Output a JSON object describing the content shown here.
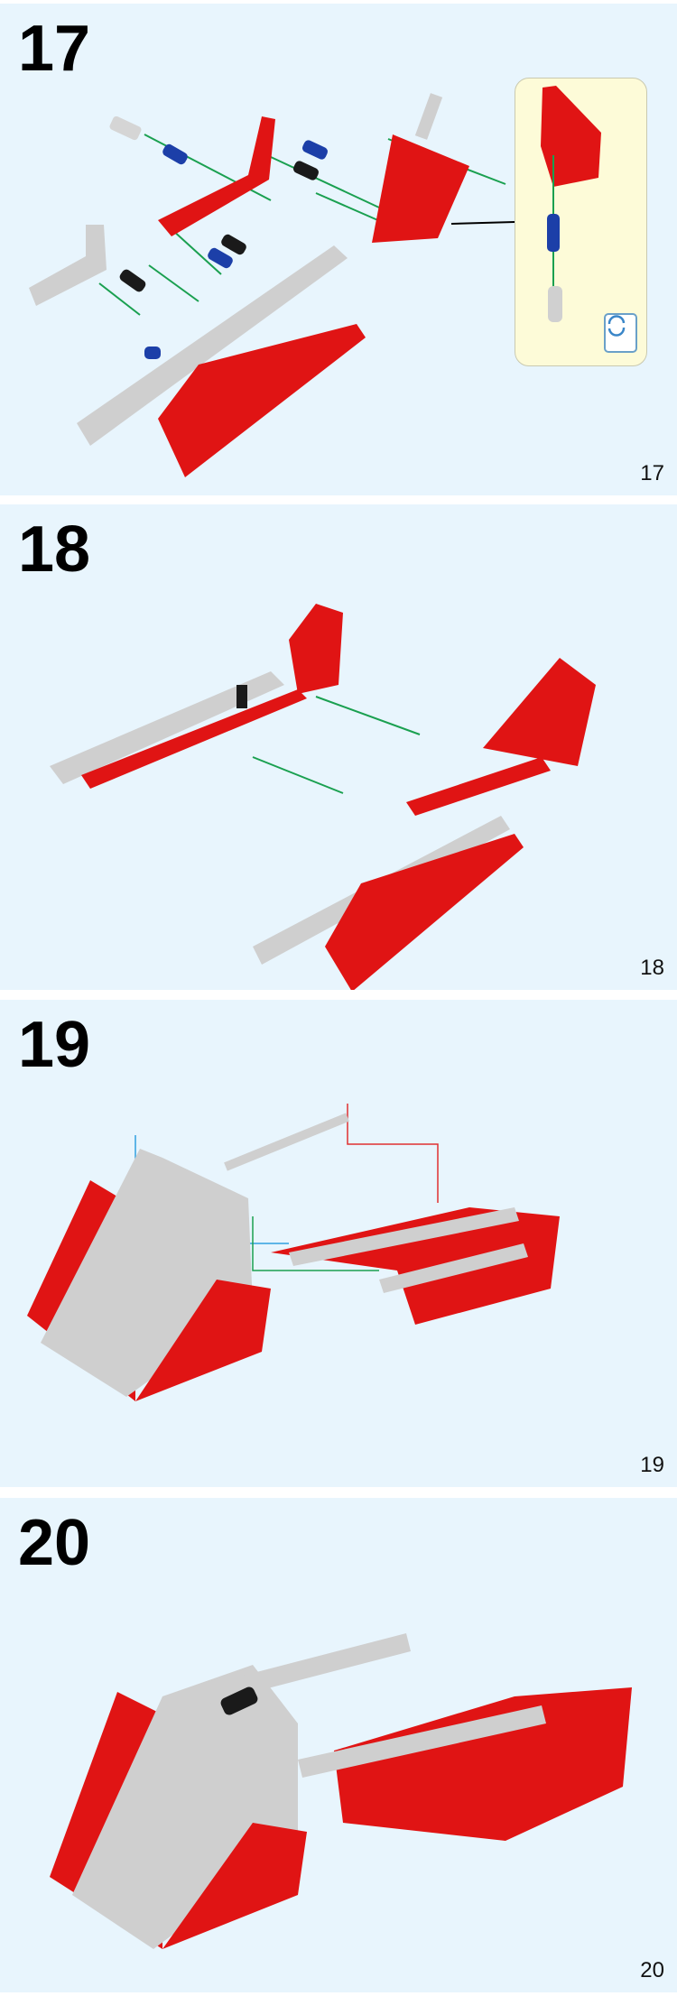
{
  "steps": [
    {
      "number": "17",
      "page": "17"
    },
    {
      "number": "18",
      "page": "18"
    },
    {
      "number": "19",
      "page": "19"
    },
    {
      "number": "20",
      "page": "20"
    }
  ],
  "colors": {
    "background": "#e8f5fd",
    "callout": "#fdfbd8",
    "red": "#e01414",
    "gray": "#cfcfcf",
    "blue": "#1c3fa8",
    "black": "#1a1a1a",
    "arrow_green": "#1aa050"
  },
  "icons": {
    "rotate": "rotate-icon"
  }
}
